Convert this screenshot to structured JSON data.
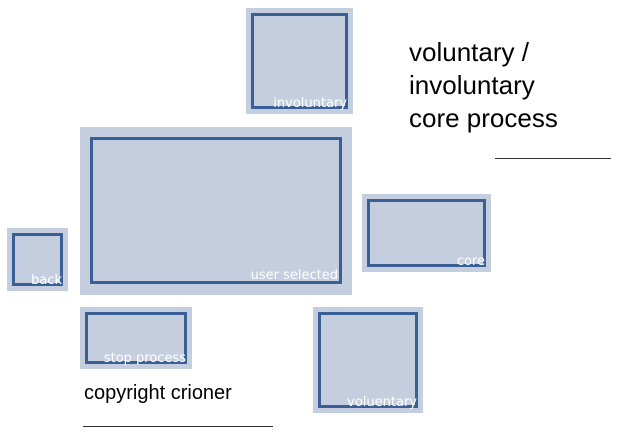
{
  "title": {
    "lines": [
      "voluntary /",
      "involuntary",
      "core process"
    ]
  },
  "tiles": {
    "involuntary": "involuntary",
    "user_selected": "user selected",
    "core": "core",
    "back": "back",
    "stop_process": "stop process",
    "voluentary": "voluentary"
  },
  "footer": {
    "copyright": "copyright crioner"
  },
  "colors": {
    "tile_fill": "#c5cedf",
    "tile_border": "#3a5f95",
    "label_text": "#ffffff"
  }
}
